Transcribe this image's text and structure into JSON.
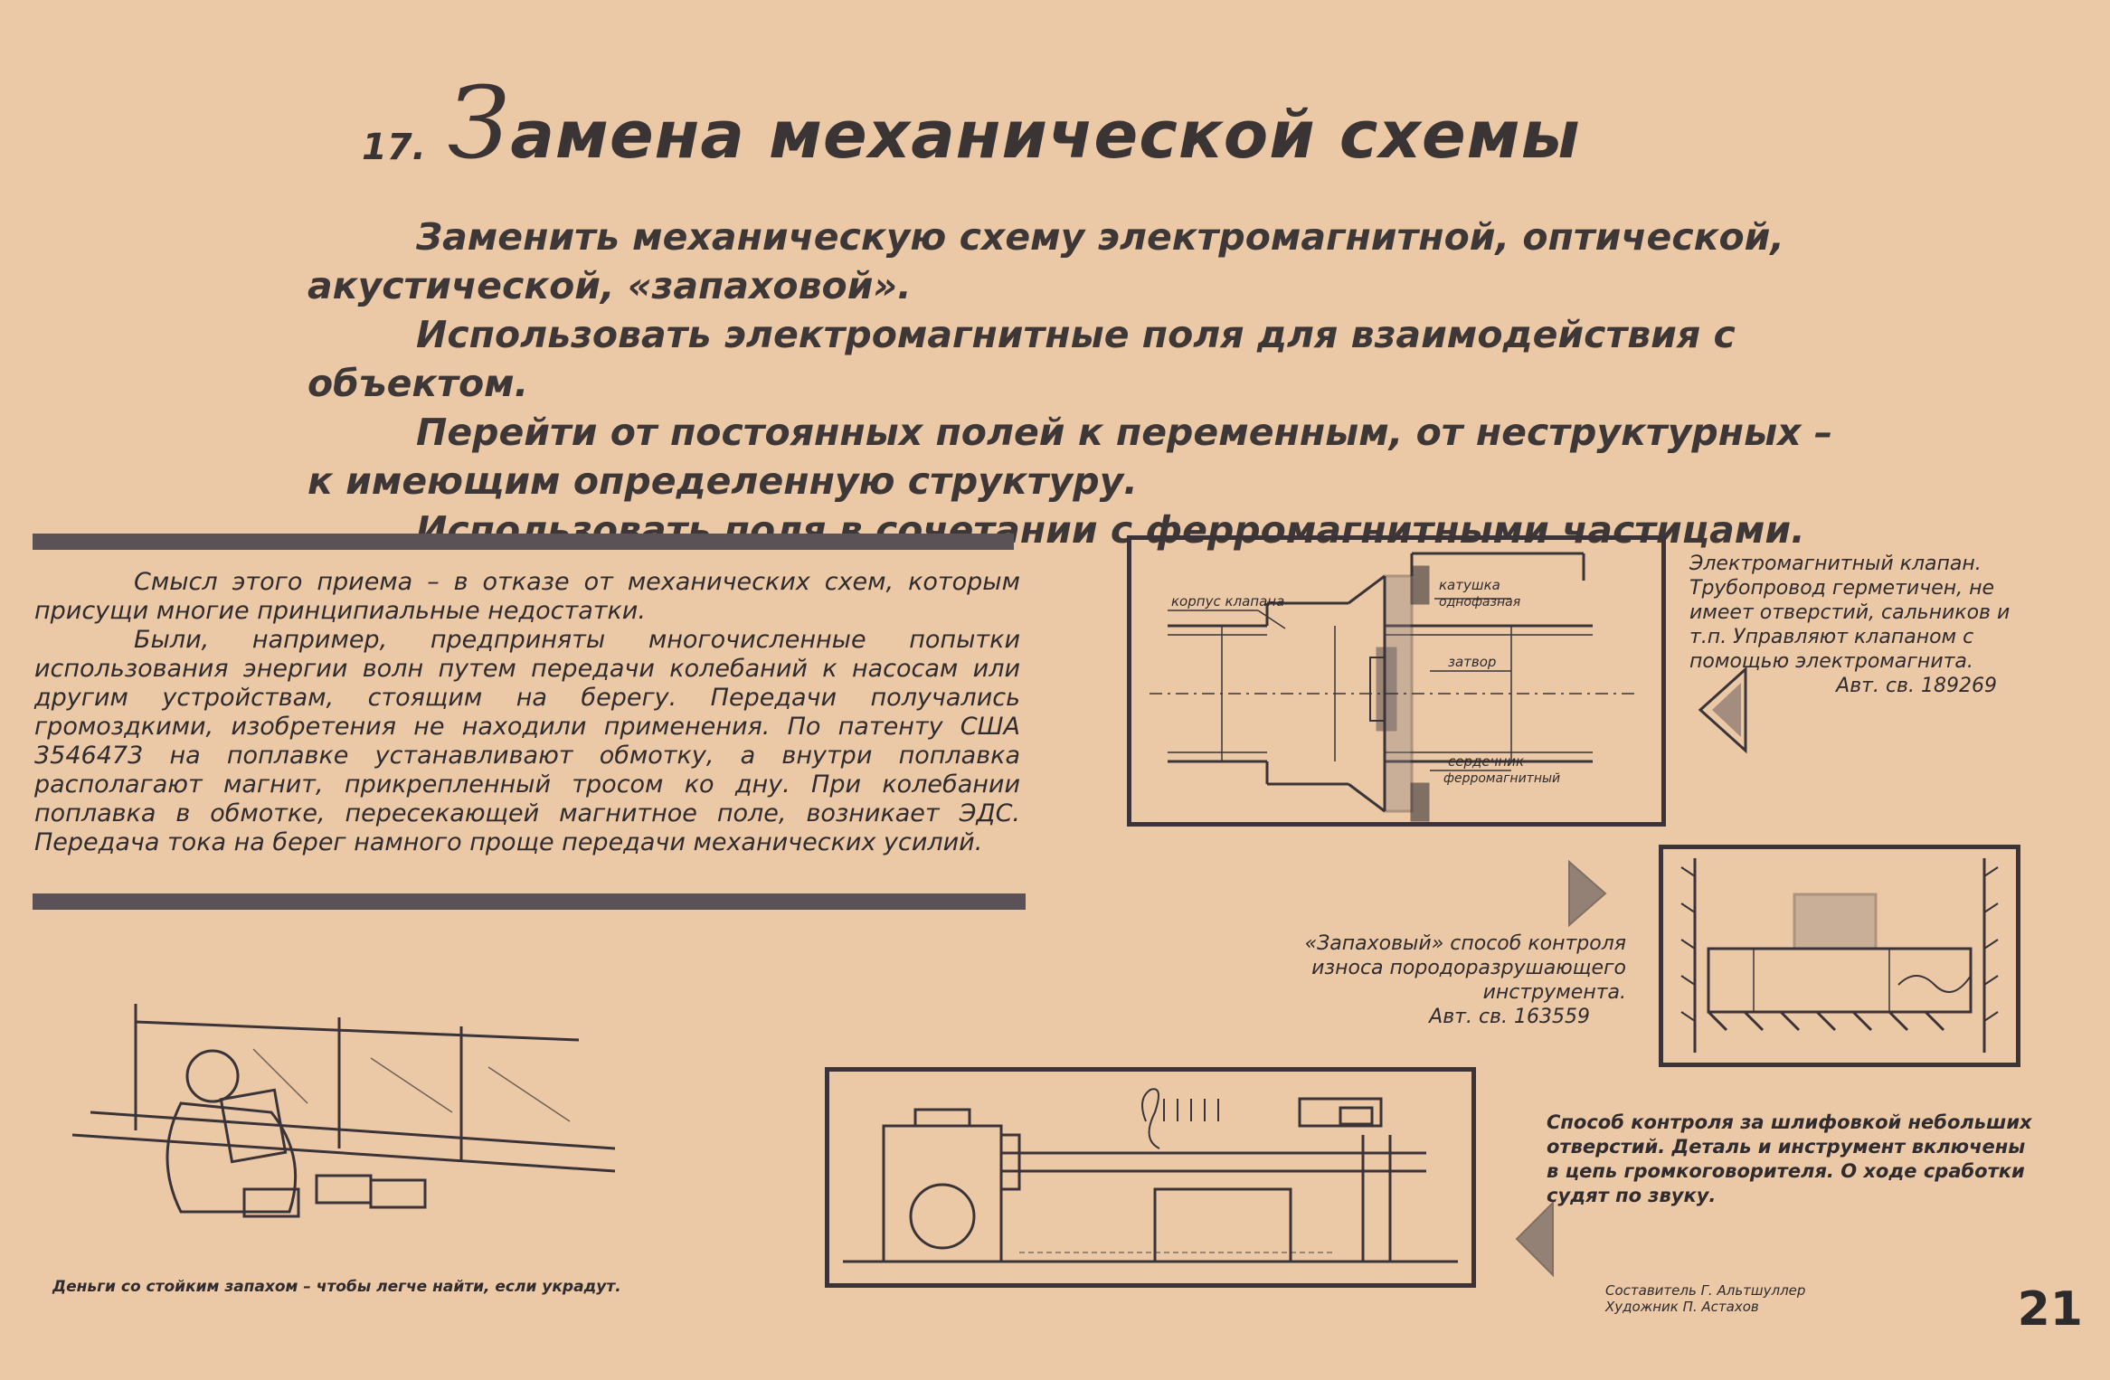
{
  "header": {
    "number": "17.",
    "title_initial": "З",
    "title_rest": "амена механической схемы"
  },
  "intro": [
    "Заменить механическую схему электромагнитной, оптической, акустической, «запаховой».",
    "Использовать электромагнитные поля для взаимодействия с объектом.",
    "Перейти от постоянных полей к переменным, от неструктурных – к имеющим определенную структуру.",
    "Использовать поля в сочетании с ферромагнитными частицами."
  ],
  "body": [
    "Смысл этого приема – в отказе от механических схем, которым присущи многие принципиальные недостатки.",
    "Были, например, предприняты многочисленные попытки использования энергии волн путем передачи колебаний к насосам или другим устройствам, стоящим на берегу. Передачи получались громоздкими, изобретения не находили применения. По патенту США 3546473 на поплавке устанавливают обмотку, а внутри поплавка располагают магнит, прикрепленный тросом ко дну. При колебании поплавка в обмотке, пересекающей магнитное поле, возникает ЭДС. Передача тока на берег намного проще передачи механических усилий."
  ],
  "valve": {
    "label_body": "корпус клапана",
    "label_coil_1": "катушка",
    "label_coil_2": "однофазная",
    "label_gate": "затвор",
    "label_core_1": "сердечник",
    "label_core_2": "ферромагнитный",
    "caption": "Электромагнитный клапан. Трубопровод герметичен, не имеет отверстий, сальников и т.п. Управляют клапаном с помощью электромагнита.",
    "cert": "Авт. св. 189269"
  },
  "smell": {
    "caption": "«Запаховый» способ контроля износа породоразрушающего инструмента.",
    "cert": "Авт. св. 163559"
  },
  "grinding": {
    "caption": "Способ контроля за шлифовкой небольших отверстий. Деталь и инструмент включены в цепь громкоговорителя. О ходе сработки судят по звуку."
  },
  "cartoon": {
    "caption": "Деньги со стойким запахом – чтобы легче найти, если украдут."
  },
  "credits": {
    "line1": "Составитель Г. Альтшуллер",
    "line2": "Художник П. Астахов"
  },
  "page_number": "21",
  "colors": {
    "paper": "#ecc9a6",
    "ink": "#3a3438"
  }
}
